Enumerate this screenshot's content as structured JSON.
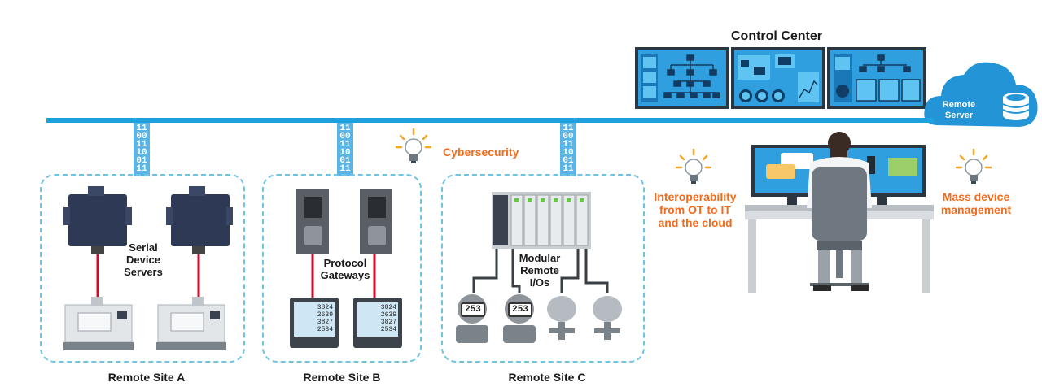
{
  "control_center": {
    "title": "Control Center"
  },
  "remote_server": {
    "label_line1": "Remote",
    "label_line2": "Server"
  },
  "network": {
    "bit_stream": [
      "11",
      "00",
      "11",
      "10",
      "01",
      "11"
    ]
  },
  "callouts": {
    "cybersecurity": "Cybersecurity",
    "interoperability": [
      "Interoperability",
      "from OT to IT",
      "and the cloud"
    ],
    "mass_device": [
      "Mass device",
      "management"
    ]
  },
  "sites": [
    {
      "name": "Remote Site A",
      "device_label": [
        "Serial",
        "Device",
        "Servers"
      ]
    },
    {
      "name": "Remote Site B",
      "device_label": [
        "Protocol",
        "Gateways"
      ]
    },
    {
      "name": "Remote Site C",
      "device_label": [
        "Modular",
        "Remote",
        "I/Os"
      ]
    }
  ],
  "meters": {
    "readings": [
      "3824",
      "2639",
      "3827",
      "2534"
    ]
  },
  "field_display": {
    "value": "253"
  },
  "colors": {
    "network": "#1da0db",
    "bits": "#5ab4e6",
    "accent_orange": "#f26b1d",
    "cable_red": "#c8102e",
    "site_border": "#6fc3e3"
  },
  "icons": [
    "lightbulb-icon",
    "cloud-icon",
    "database-icon"
  ]
}
